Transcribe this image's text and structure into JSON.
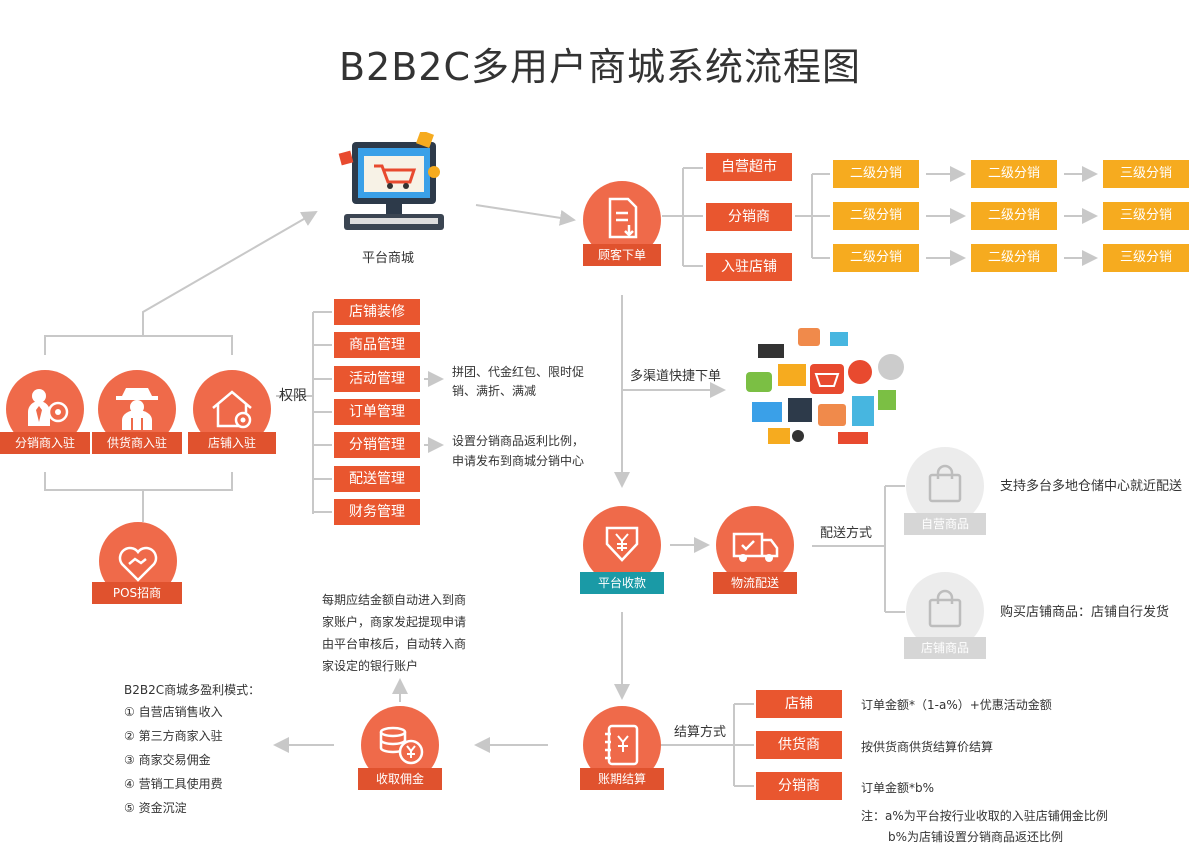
{
  "title": "B2B2C多用户商城系统流程图",
  "platform": {
    "label": "平台商城"
  },
  "order": {
    "label": "顾客下单"
  },
  "order_types": [
    "自营超市",
    "分销商",
    "入驻店铺"
  ],
  "distribution": {
    "rows": [
      [
        "二级分销",
        "二级分销",
        "三级分销"
      ],
      [
        "二级分销",
        "二级分销",
        "三级分销"
      ],
      [
        "二级分销",
        "二级分销",
        "三级分销"
      ]
    ]
  },
  "entrants": [
    "分销商入驻",
    "供货商入驻",
    "店铺入驻"
  ],
  "pos": {
    "label": "POS招商"
  },
  "permission": {
    "label": "权限"
  },
  "permissions": [
    "店铺装修",
    "商品管理",
    "活动管理",
    "订单管理",
    "分销管理",
    "配送管理",
    "财务管理"
  ],
  "activity_note": [
    "拼团、代金红包、限时促",
    "销、满折、满减"
  ],
  "distribution_note": [
    "设置分销商品返利比例，",
    "申请发布到商城分销中心"
  ],
  "multichannel": {
    "label": "多渠道快捷下单"
  },
  "payment": {
    "label": "平台收款"
  },
  "logistics": {
    "label": "物流配送"
  },
  "delivery": {
    "label": "配送方式",
    "self": {
      "label": "自营商品",
      "note": "支持多台多地仓储中心就近配送"
    },
    "store": {
      "label": "店铺商品",
      "note": "购买店铺商品：店铺自行发货"
    }
  },
  "commission": {
    "label": "收取佣金"
  },
  "commission_note": [
    "每期应结金额自动进入到商",
    "家账户，商家发起提现申请",
    "由平台审核后，自动转入商",
    "家设定的银行账户"
  ],
  "profit": {
    "title": "B2B2C商城多盈利模式：",
    "items": [
      "① 自营店销售收入",
      "② 第三方商家入驻",
      "③ 商家交易佣金",
      "④ 营销工具使用费",
      "⑤ 资金沉淀"
    ]
  },
  "settlement": {
    "label": "账期结算",
    "method_label": "结算方式"
  },
  "settle_types": [
    {
      "name": "店铺",
      "formula": "订单金额*（1-a%）+优惠活动金额"
    },
    {
      "name": "供货商",
      "formula": "按供货商供货结算价结算"
    },
    {
      "name": "分销商",
      "formula": "订单金额*b%"
    }
  ],
  "notes": [
    "注：a%为平台按行业收取的入驻店铺佣金比例",
    "b%为店铺设置分销商品返还比例"
  ],
  "colors": {
    "orange": "#ef6a4a",
    "tag": "#e0522e",
    "yellow": "#f6ab1f",
    "teal": "#1a9aa6",
    "line": "#c8c8c8"
  }
}
